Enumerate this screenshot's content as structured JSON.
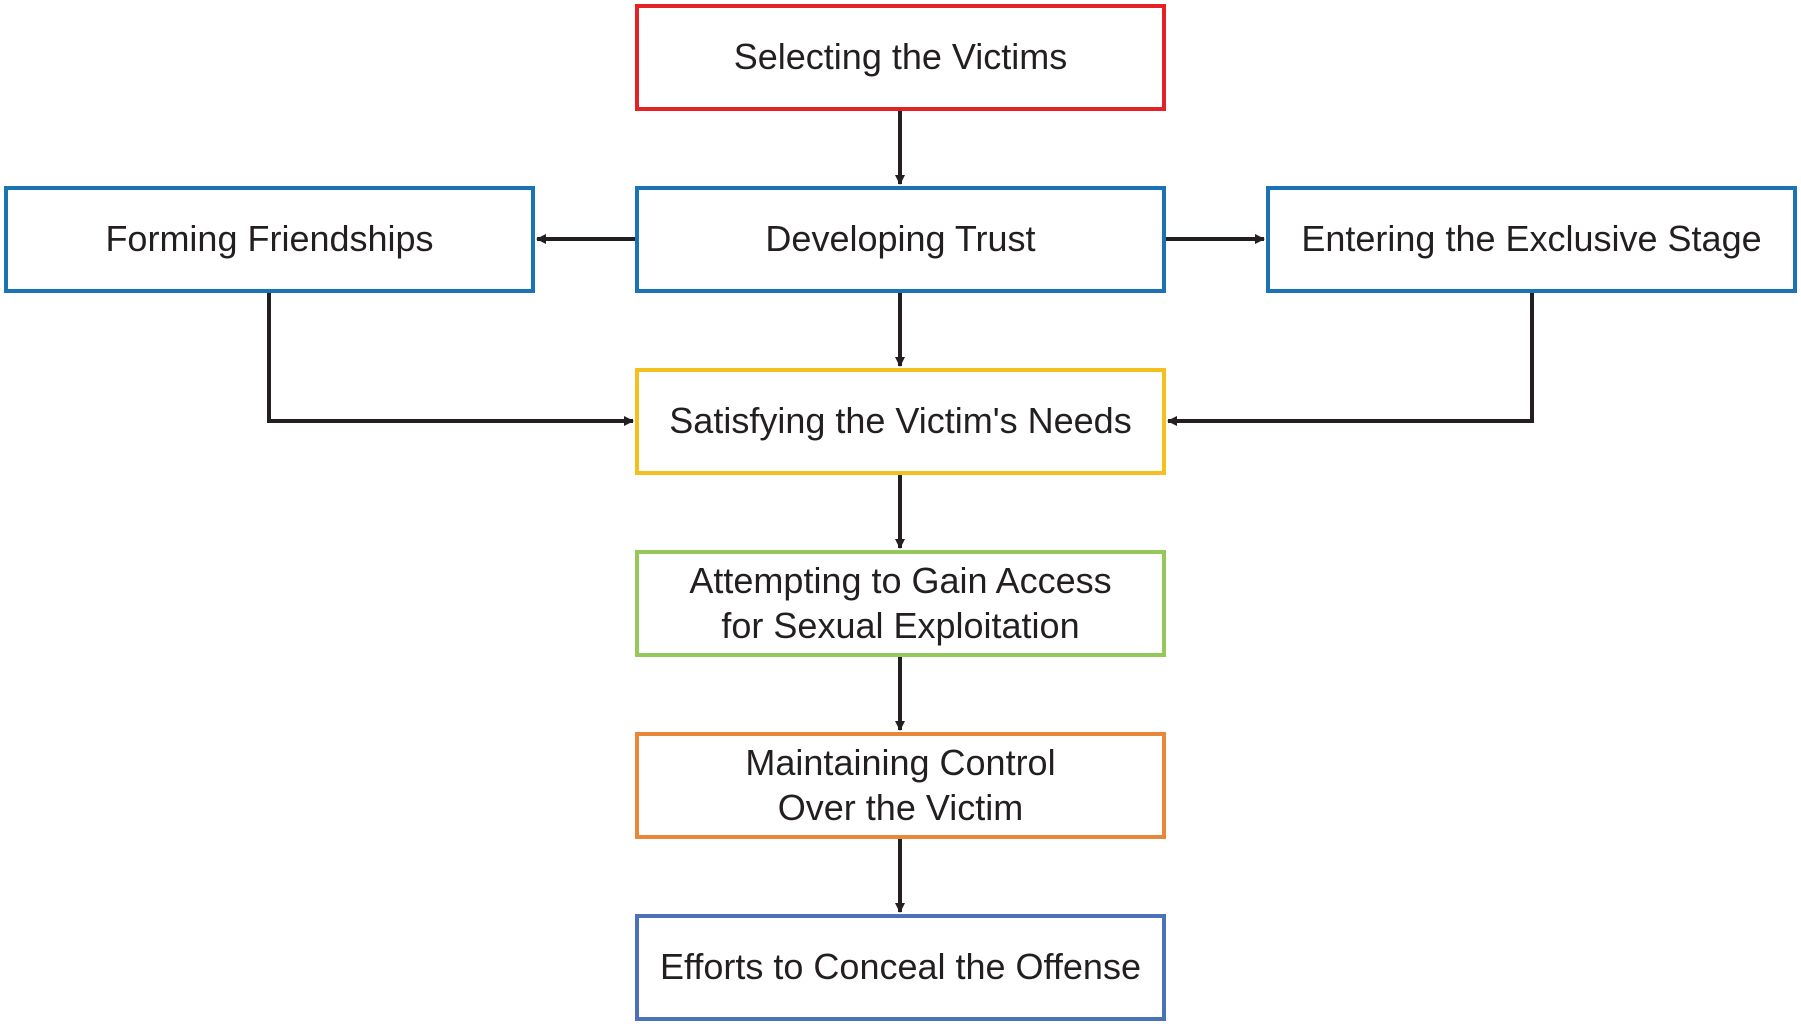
{
  "nodes": {
    "selecting_victims": {
      "label": "Selecting the Victims",
      "color": "#e32227"
    },
    "developing_trust": {
      "label": "Developing Trust",
      "color": "#1a73b5"
    },
    "forming_friendships": {
      "label": "Forming Friendships",
      "color": "#1a73b5"
    },
    "exclusive_stage": {
      "label": "Entering the Exclusive Stage",
      "color": "#1a73b5"
    },
    "satisfying_needs": {
      "label": "Satisfying the Victim's Needs",
      "color": "#f4c01e"
    },
    "gain_access": {
      "label": "Attempting to Gain Access\nfor Sexual Exploitation",
      "color": "#94c95a"
    },
    "maintaining_control": {
      "label": "Maintaining Control\nOver the Victim",
      "color": "#e8873a"
    },
    "conceal_offense": {
      "label": "Efforts to Conceal the Offense",
      "color": "#4a72b8"
    }
  },
  "edges": [
    {
      "from": "selecting_victims",
      "to": "developing_trust"
    },
    {
      "from": "developing_trust",
      "to": "forming_friendships"
    },
    {
      "from": "developing_trust",
      "to": "exclusive_stage"
    },
    {
      "from": "developing_trust",
      "to": "satisfying_needs"
    },
    {
      "from": "forming_friendships",
      "to": "satisfying_needs"
    },
    {
      "from": "exclusive_stage",
      "to": "satisfying_needs"
    },
    {
      "from": "satisfying_needs",
      "to": "gain_access"
    },
    {
      "from": "gain_access",
      "to": "maintaining_control"
    },
    {
      "from": "maintaining_control",
      "to": "conceal_offense"
    }
  ],
  "line_color": "#231f20"
}
